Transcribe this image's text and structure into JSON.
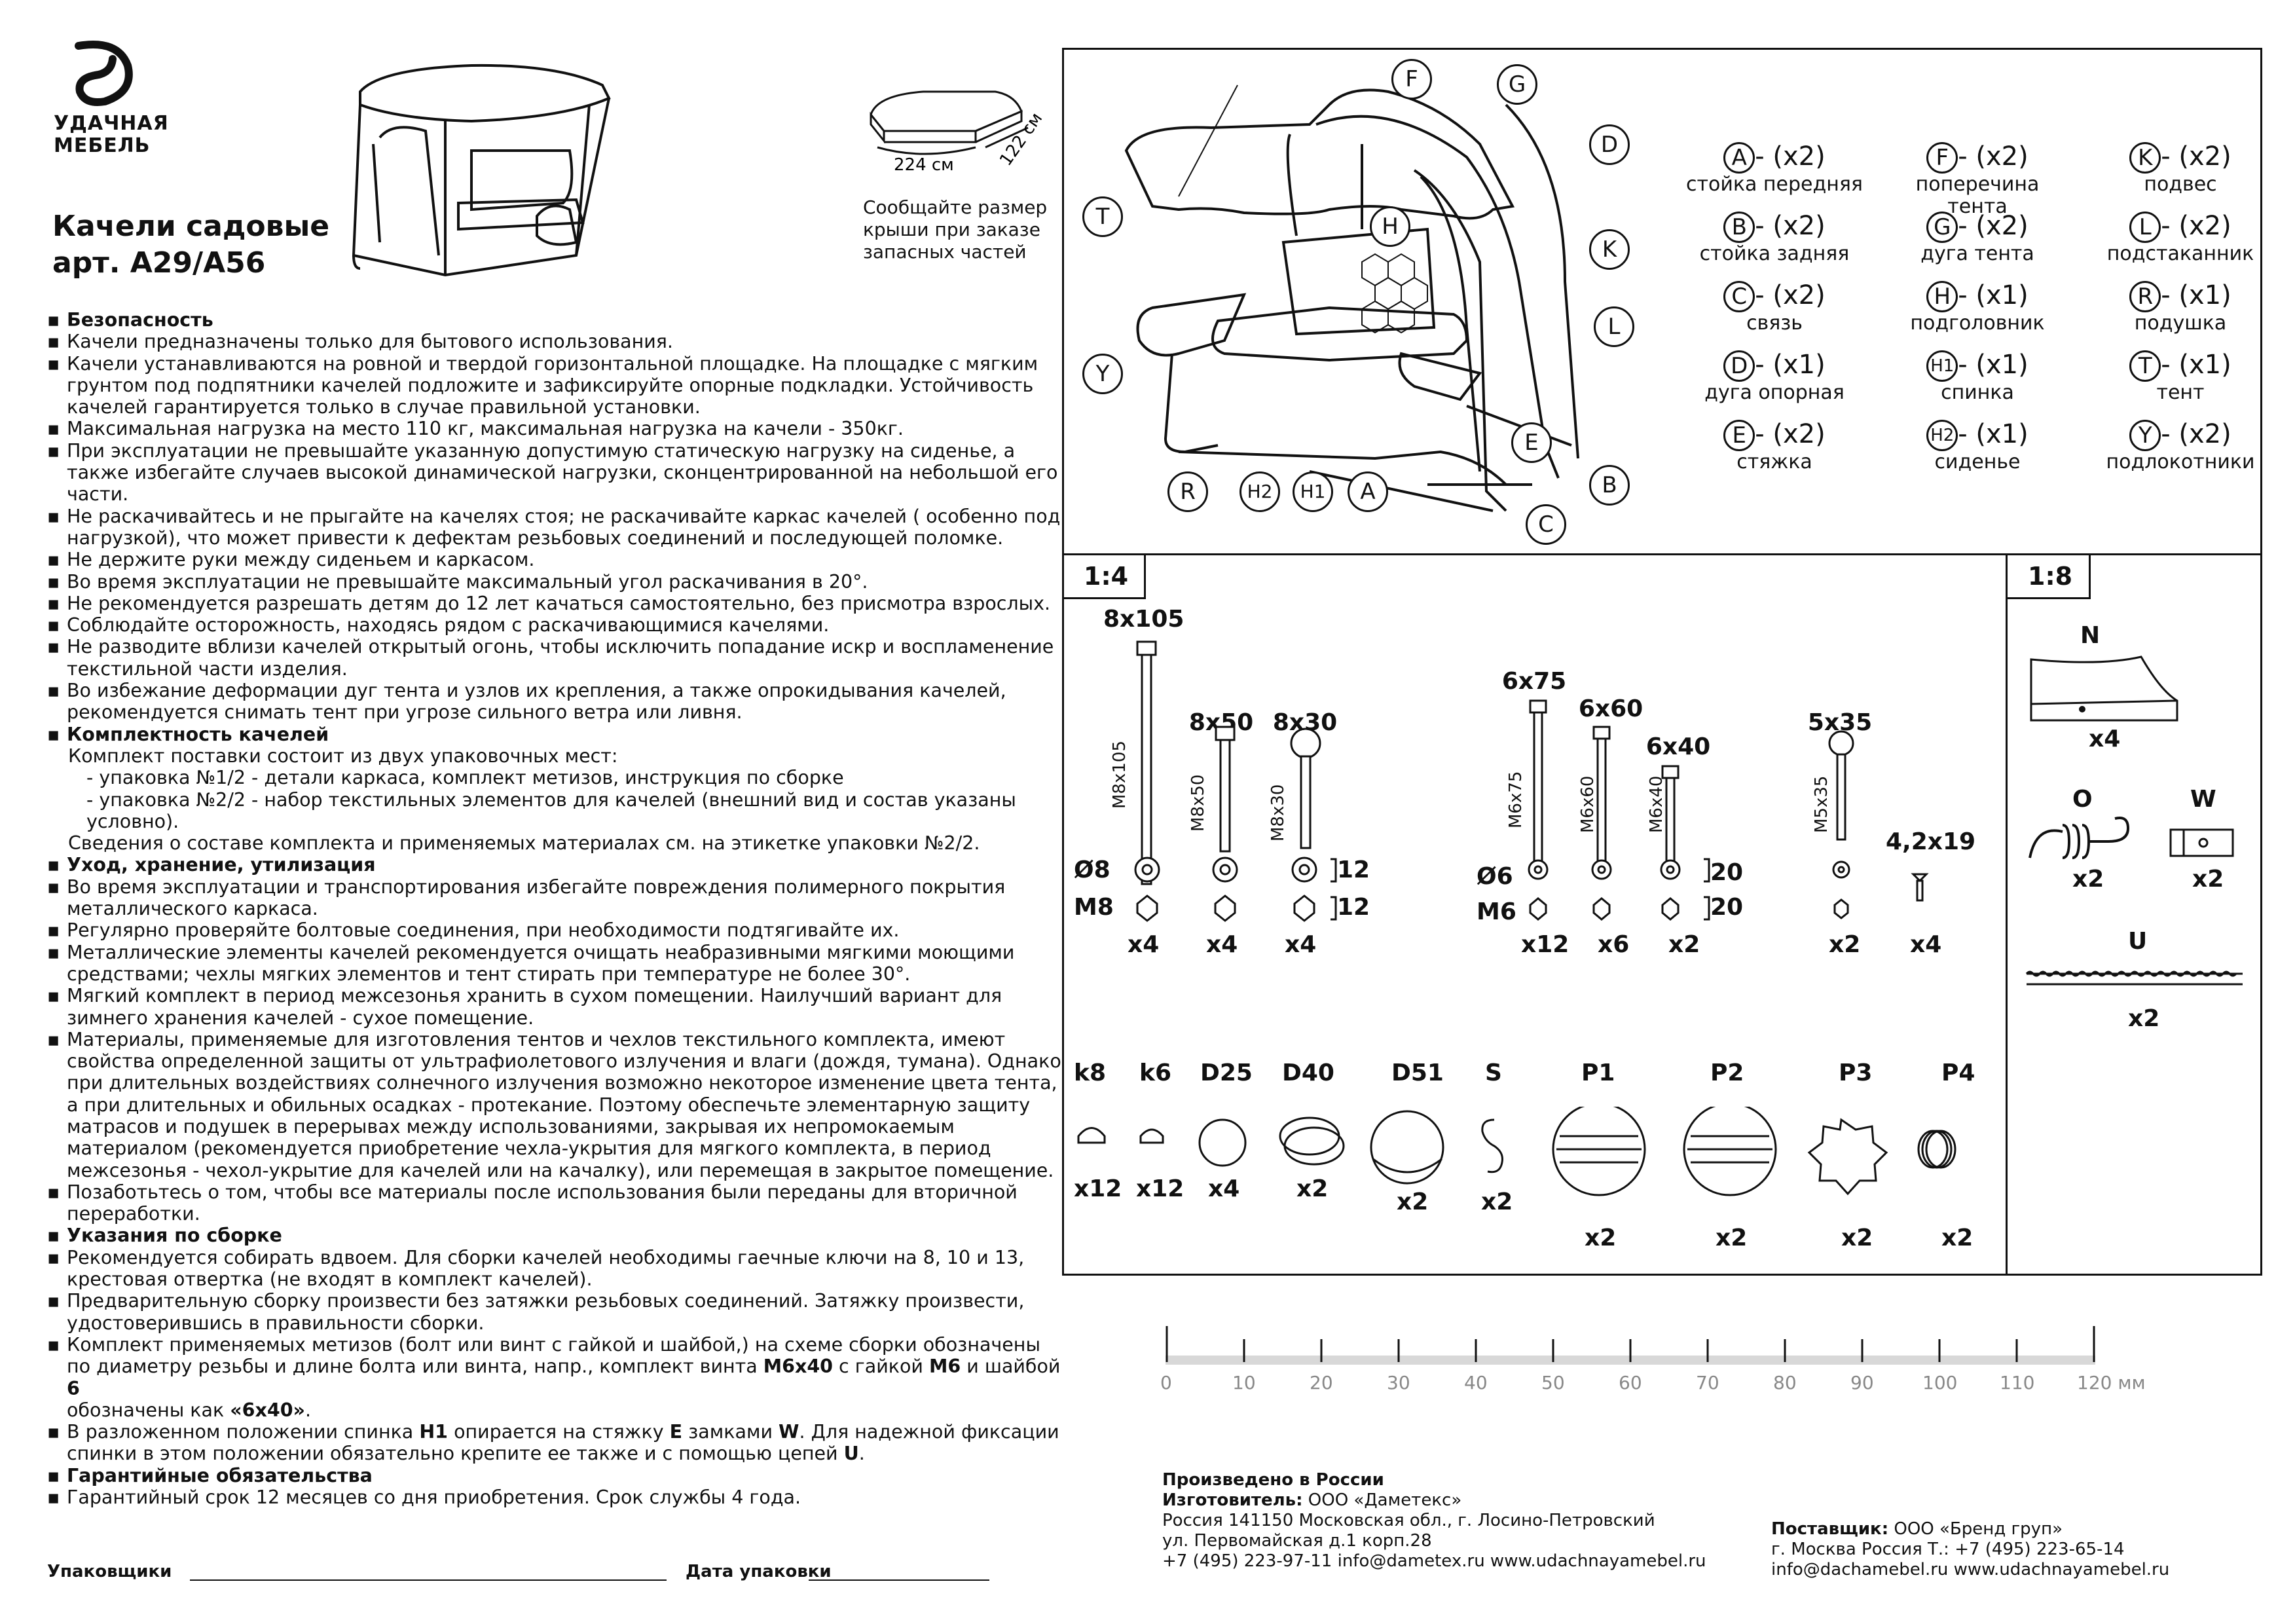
{
  "logo": {
    "line1": "УДАЧНАЯ",
    "line2": "МЕБЕЛЬ"
  },
  "title": {
    "line1": "Качели садовые",
    "line2": "арт. А29/А56"
  },
  "roof": {
    "width": "224 см",
    "depth": "122 см",
    "caption1": "Сообщайте размер",
    "caption2": "крыши  при заказе",
    "caption3": "запасных частей"
  },
  "text": {
    "h_safety": "Безопасность",
    "s1": "Качели предназначены только для бытового использования.",
    "s2": "Качели устанавливаются на ровной и твердой горизонтальной площадке. На площадке с мягким грунтом под подпятники качелей подложите и зафиксируйте опорные подкладки. Устойчивость качелей гарантируется только в случае правильной установки.",
    "s3": "Максимальная нагрузка на место 110 кг, максимальная нагрузка на качели - 350кг.",
    "s4": "При эксплуатации не превышайте указанную допустимую статическую нагрузку на сиденье, а также избегайте случаев высокой динамической нагрузки, сконцентрированной на небольшой его части.",
    "s5": "Не раскачивайтесь и не прыгайте на качелях стоя; не раскачивайте каркас качелей ( особенно под нагрузкой), что может привести к дефектам резьбовых соединений и последующей поломке.",
    "s6": "Не держите руки между сиденьем и каркасом.",
    "s7": "Во время эксплуатации не превышайте максимальный угол раскачивания в 20°.",
    "s8": "Не рекомендуется разрешать детям до 12 лет качаться самостоятельно, без присмотра взрослых.",
    "s9": "Соблюдайте осторожность, находясь рядом с раскачивающимися качелями.",
    "s10": "Не разводите вблизи качелей открытый огонь, чтобы исключить попадание искр и воспламенение текстильной части изделия.",
    "s11": "Во избежание деформации дуг тента и узлов их крепления, а также опрокидывания качелей, рекомендуется снимать тент при угрозе сильного ветра или ливня.",
    "h_kit": "Комплектность качелей",
    "k1": "Комплект поставки  состоит из двух упаковочных мест:",
    "k2": "- упаковка №1/2 - детали каркаса, комплект метизов, инструкция по сборке",
    "k3": "- упаковка №2/2 - набор текстильных элементов для качелей (внешний вид и состав указаны условно).",
    "k4": "Сведения о составе комплекта и применяемых материалах см. на этикетке упаковки №2/2.",
    "h_care": "Уход, хранение, утилизация",
    "c1": "Во время эксплуатации и транспортирования избегайте повреждения полимерного покрытия металлического каркаса.",
    "c2": "Регулярно проверяйте болтовые соединения, при необходимости подтягивайте их.",
    "c3": "Металлические элементы качелей рекомендуется очищать неабразивными мягкими моющими средствами; чехлы мягких элементов и тент стирать при температуре не более 30°.",
    "c4": "Мягкий комплект в период межсезонья хранить в сухом помещении. Наилучший вариант для зимнего хранения качелей - сухое помещение.",
    "c5": "Материалы, применяемые для  изготовления тентов и чехлов текстильного комплекта, имеют свойства определенной защиты от ультрафиолетового излучения и влаги (дождя, тумана). Однако при длительных воздействиях солнечного излучения возможно некоторое изменение цвета тента, а при длительных и обильных осадках - протекание. Поэтому обеспечьте элементарную защиту матрасов и подушек в перерывах между использованиями, закрывая их непромокаемым материалом (рекомендуется приобретение чехла-укрытия для мягкого комплекта, в период межсезонья - чехол-укрытие для качелей или на качалку), или перемещая в закрытое помещение.",
    "c6": "Позаботьтесь о том, чтобы все материалы после использования были переданы для вторичной переработки.",
    "h_assembly": "Указания по сборке",
    "a1": "Рекомендуется собирать вдвоем. Для сборки качелей необходимы гаечные ключи на 8, 10 и 13, крестовая отвертка (не входят в комплект качелей).",
    "a2": "Предварительную сборку произвести без затяжки резьбовых соединений. Затяжку произвести, удостоверившись в правильности сборки.",
    "a3a": "Комплект применяемых метизов (болт или винт с гайкой и шайбой,) на схеме сборки обозначены по диаметру резьбы и длине болта или винта, напр., комплект винта ",
    "a3b": "М6х40",
    "a3c": " с гайкой ",
    "a3d": "М6",
    "a3e": " и шайбой ",
    "a3f": "6",
    "a3g": "обозначены как ",
    "a3h": "«6х40»",
    "a3i": ".",
    "a4a": "В разложенном положении спинка ",
    "a4b": "Н1",
    "a4c": " опирается на стяжку ",
    "a4d": "Е",
    "a4e": " замками ",
    "a4f": "W",
    "a4g": ".  Для надежной фиксации спинки в этом положении обязательно крепите ее также и с помощью цепей ",
    "a4h": "U",
    "a4i": ".",
    "h_warranty": "Гарантийные обязательства",
    "w1": "Гарантийный срок 12 месяцев со дня приобретения. Срок службы 4 года.",
    "packers": "Упаковщики",
    "pack_date": "Дата упаковки"
  },
  "legend": [
    {
      "code": "A",
      "qty": "- (x2)",
      "name": "стойка передняя"
    },
    {
      "code": "F",
      "qty": "- (x2)",
      "name": "поперечина тента"
    },
    {
      "code": "K",
      "qty": "- (x2)",
      "name": "подвес"
    },
    {
      "code": "B",
      "qty": "- (x2)",
      "name": "стойка задняя"
    },
    {
      "code": "G",
      "qty": "- (x2)",
      "name": "дуга тента"
    },
    {
      "code": "L",
      "qty": "- (x2)",
      "name": "подстаканник"
    },
    {
      "code": "C",
      "qty": "- (x2)",
      "name": "связь"
    },
    {
      "code": "H",
      "qty": "- (x1)",
      "name": "подголовник"
    },
    {
      "code": "R",
      "qty": "- (x1)",
      "name": "подушка"
    },
    {
      "code": "D",
      "qty": "- (x1)",
      "name": "дуга опорная"
    },
    {
      "code": "H1",
      "qty": "- (x1)",
      "name": "спинка"
    },
    {
      "code": "T",
      "qty": "- (x1)",
      "name": "тент"
    },
    {
      "code": "E",
      "qty": "- (x2)",
      "name": "стяжка"
    },
    {
      "code": "H2",
      "qty": "- (x1)",
      "name": "сиденье"
    },
    {
      "code": "Y",
      "qty": "- (x2)",
      "name": "подлокотники"
    }
  ],
  "diagram_labels": [
    "F",
    "G",
    "D",
    "T",
    "H",
    "K",
    "L",
    "Y",
    "E",
    "B",
    "R",
    "H2",
    "H1",
    "A",
    "C"
  ],
  "scales": {
    "left": "1:4",
    "right": "1:8"
  },
  "hardware": {
    "b8x105": "8x105",
    "b8x50": "8x50",
    "h8x30": "8x30",
    "b6x75": "6x75",
    "b6x60": "6x60",
    "b6x40": "6x40",
    "h5x35": "5x35",
    "s42x19": "4,2x19",
    "v8x105": "М8х105",
    "v8x50": "М8х50",
    "v8x30": "М8х30",
    "v6x75": "М6х75",
    "v6x60": "М6х60",
    "v6x40": "М6х40",
    "v5x35": "М5х35",
    "w8": "Ø8",
    "n8": "М8",
    "w6": "Ø6",
    "n6": "М6",
    "q12": "12",
    "q20": "20",
    "x4a": "x4",
    "x4b": "x4",
    "x4c": "x4",
    "x12": "x12",
    "x6": "x6",
    "x2a": "x2",
    "x2b": "x2",
    "x4d": "x4"
  },
  "parts_right": {
    "N": "N",
    "Nq": "x4",
    "O": "O",
    "Oq": "x2",
    "W": "W",
    "Wq": "x2",
    "U": "U",
    "Uq": "x2"
  },
  "caps": [
    {
      "code": "k8",
      "qty": "x12"
    },
    {
      "code": "k6",
      "qty": "x12"
    },
    {
      "code": "D25",
      "qty": "x4"
    },
    {
      "code": "D40",
      "qty": "x2"
    },
    {
      "code": "D51",
      "qty": "x2"
    },
    {
      "code": "S",
      "qty": "x2"
    },
    {
      "code": "P1",
      "qty": "x2"
    },
    {
      "code": "P2",
      "qty": "x2"
    },
    {
      "code": "P3",
      "qty": "x2"
    },
    {
      "code": "P4",
      "qty": "x2"
    }
  ],
  "ruler": {
    "ticks": [
      "0",
      "10",
      "20",
      "30",
      "40",
      "50",
      "60",
      "70",
      "80",
      "90",
      "100",
      "110",
      "120 мм"
    ]
  },
  "maker": {
    "l1": "Произведено в России",
    "l2a": "Изготовитель:",
    "l2b": " ООО «Даметекс»",
    "l3": "Россия  141150 Московская обл., г. Лосино-Петровский",
    "l4": "ул. Первомайская д.1 корп.28",
    "l5": "+7 (495) 223-97-11 info@dametex.ru  www.udachnayamebel.ru"
  },
  "supplier": {
    "l1a": "Поставщик:",
    "l1b": " ООО «Бренд груп»",
    "l2": "г. Москва  Россия  Т.: +7 (495) 223-65-14",
    "l3": "info@dachamebel.ru  www.udachnayamebel.ru"
  }
}
